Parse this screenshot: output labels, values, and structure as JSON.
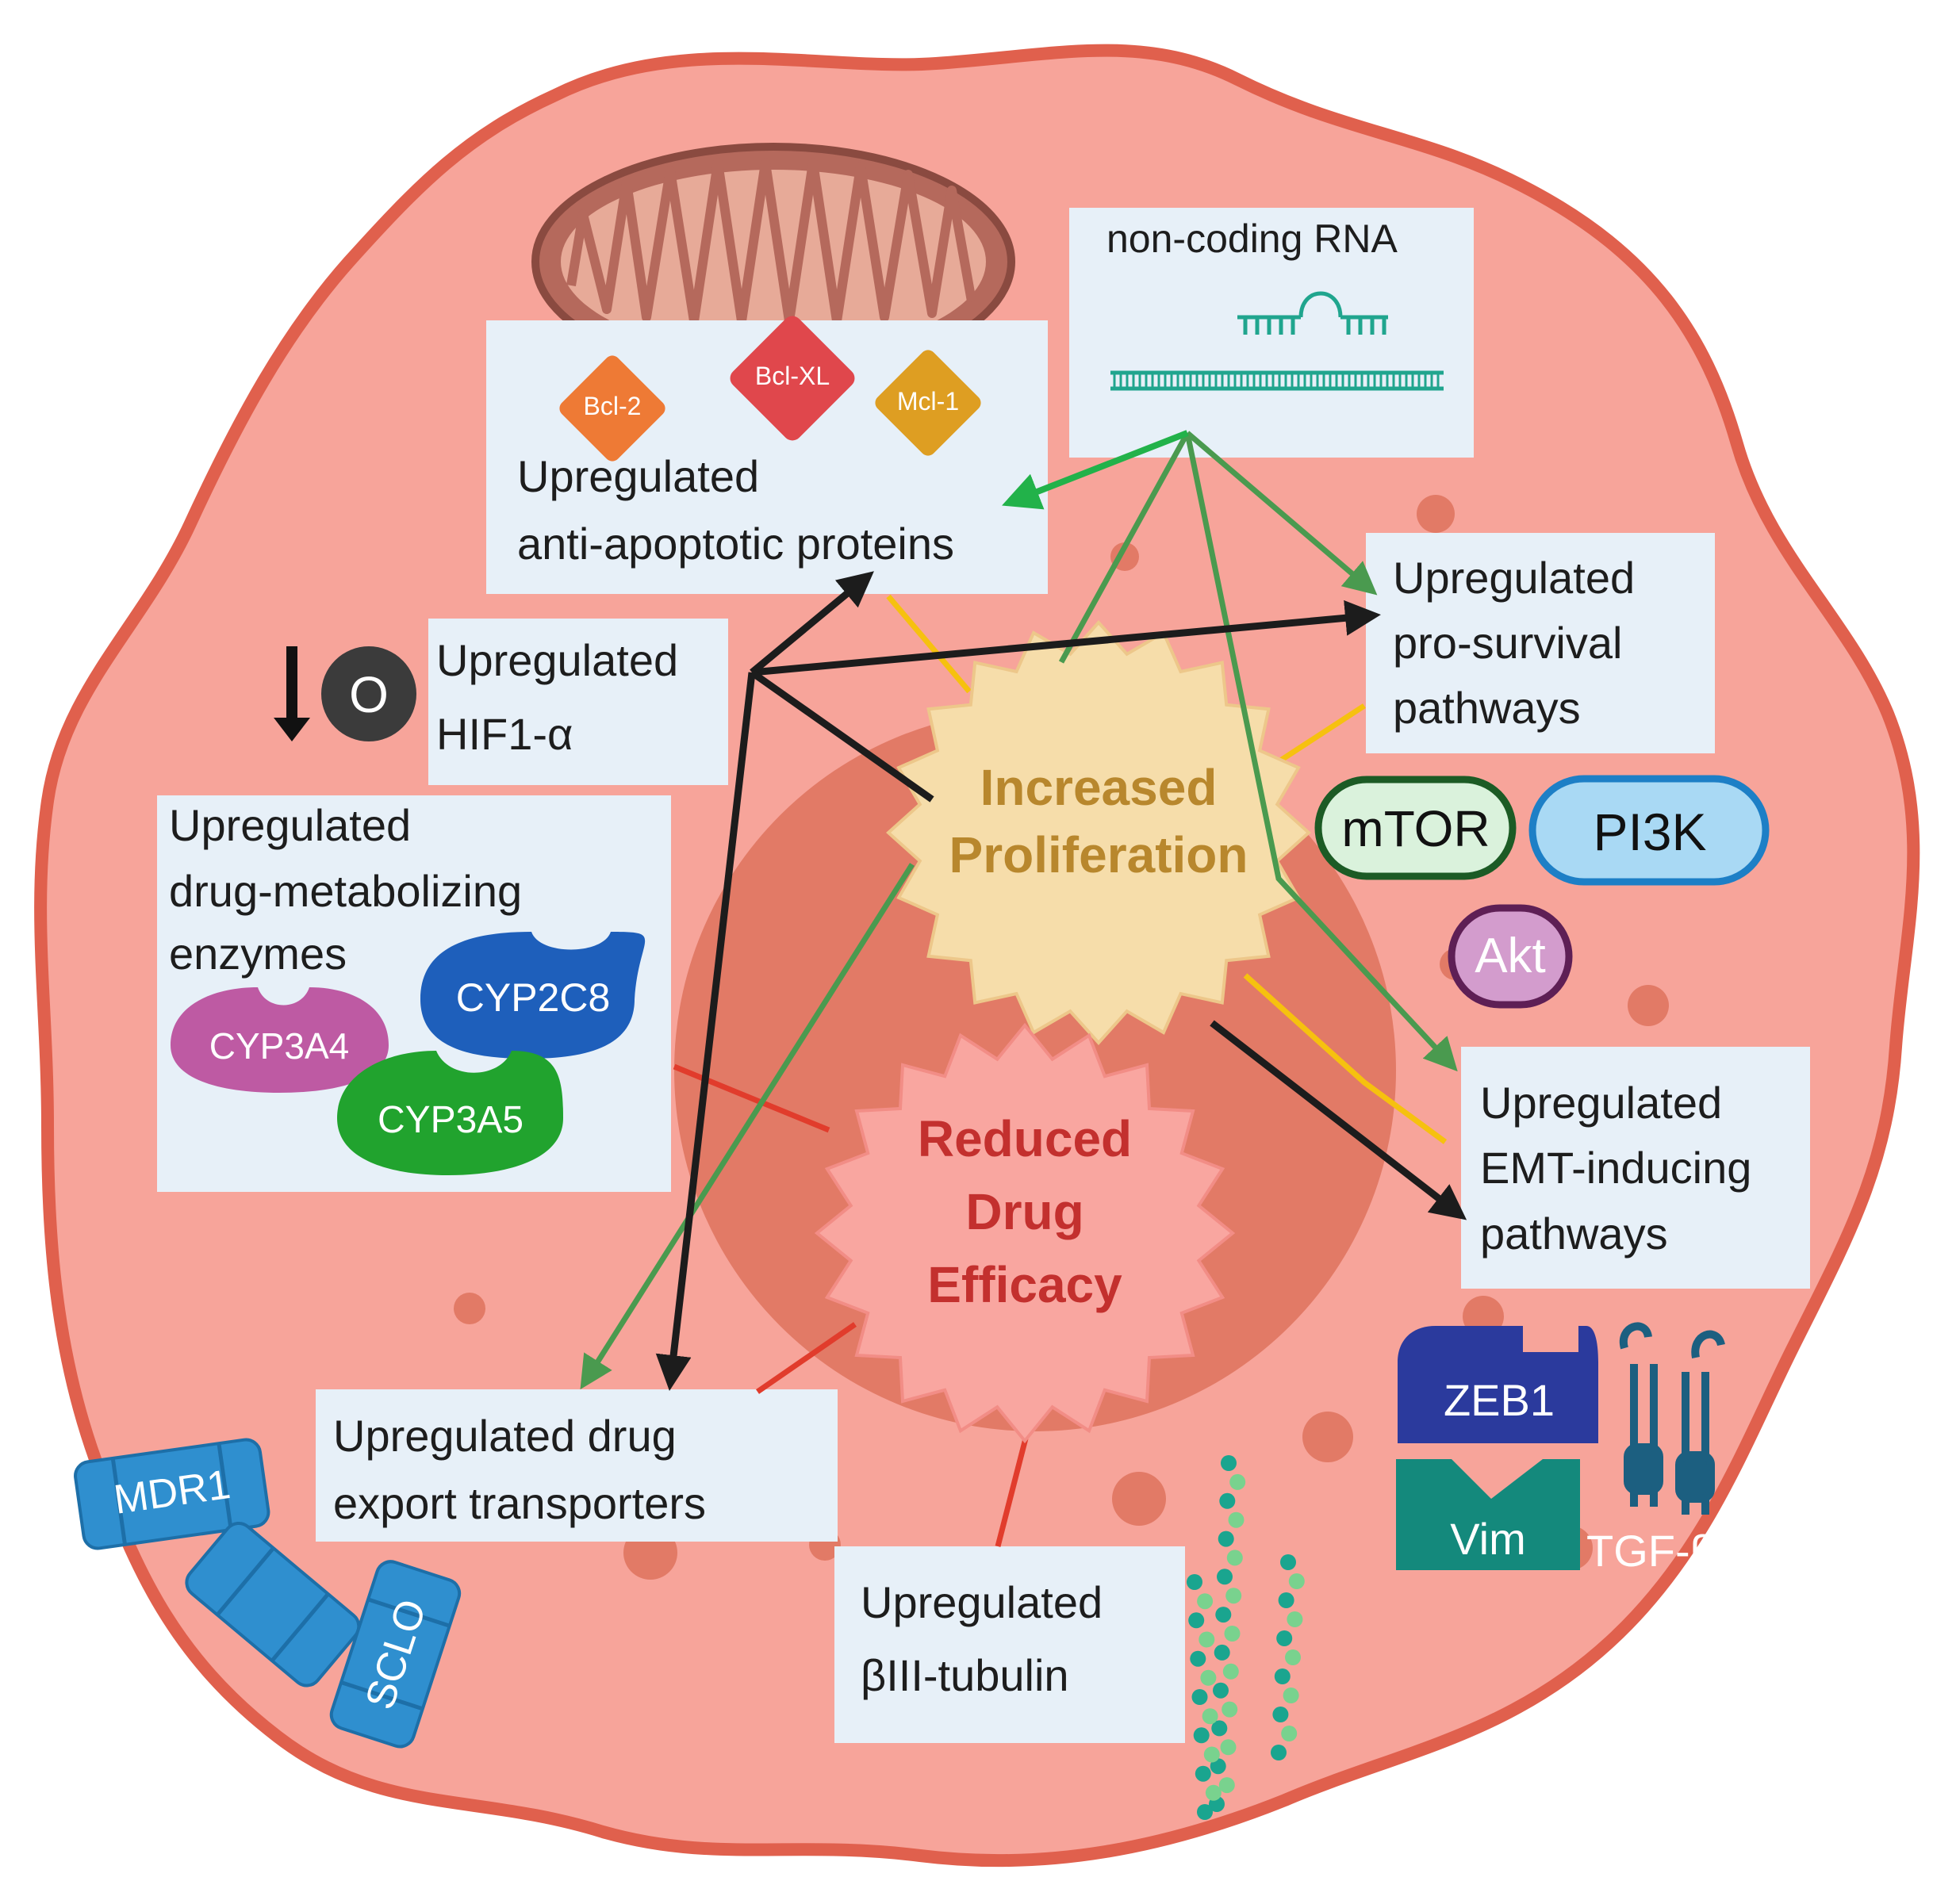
{
  "colors": {
    "cell_fill": "#f7a49a",
    "cell_outline": "#e0604d",
    "nucleus": "#e27a66",
    "label_box": "#e7f0f8",
    "arrow_black": "#1c1c1c",
    "arrow_green": "#4a9a4f",
    "line_yellow": "#f6c10f",
    "line_red": "#e13c2c",
    "proliferation_text": "#b8872d",
    "drug_efficacy_text": "#c3302e"
  },
  "labels": {
    "anti_apoptotic": [
      "Upregulated",
      "anti-apoptotic proteins"
    ],
    "non_coding_rna": "non-coding RNA",
    "hif1a": [
      "Upregulated",
      "HIF1-α"
    ],
    "pro_survival": [
      "Upregulated",
      "pro-survival",
      "pathways"
    ],
    "drug_metabolizing": [
      "Upregulated",
      "drug-metabolizing",
      "enzymes"
    ],
    "emt": [
      "Upregulated",
      "EMT-inducing",
      "pathways"
    ],
    "drug_export": [
      "Upregulated drug",
      "export transporters"
    ],
    "tubulin": [
      "Upregulated",
      "βIII-tubulin"
    ]
  },
  "core": {
    "proliferation": [
      "Increased",
      "Proliferation"
    ],
    "drug_efficacy": [
      "Reduced",
      "Drug",
      "Efficacy"
    ]
  },
  "molecules": {
    "bcl2": "Bcl-2",
    "bclxl": "Bcl-XL",
    "mcl1": "Mcl-1",
    "oxygen": "O",
    "mtor": "mTOR",
    "pi3k": "PI3K",
    "akt": "Akt",
    "cyp2c8": "CYP2C8",
    "cyp3a4": "CYP3A4",
    "cyp3a5": "CYP3A5",
    "zeb1": "ZEB1",
    "vim": "Vim",
    "tgfb": "TGF-β",
    "mdr1": "MDR1",
    "sclo": "SCLO"
  },
  "icons": [
    "mitochondrion-icon",
    "rna-icon",
    "oxygen-icon",
    "down-arrow-icon",
    "transporter-icon",
    "receptor-icon",
    "microtubule-icon"
  ]
}
